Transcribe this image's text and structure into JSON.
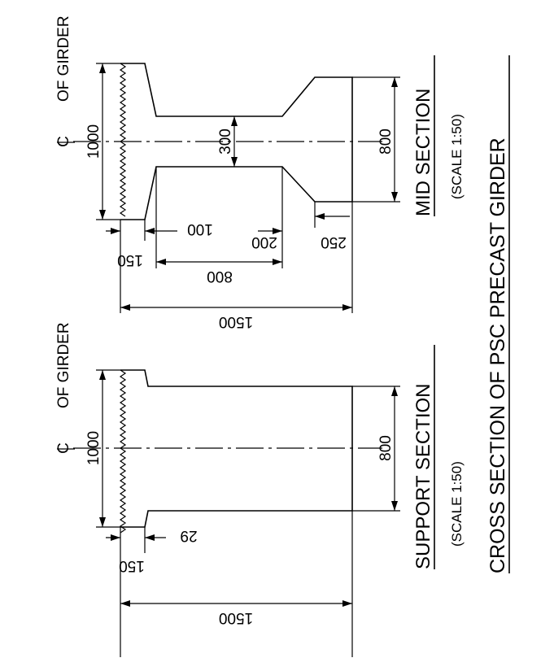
{
  "mid": {
    "cl_label": "OF GIRDER",
    "dim_width": "1000",
    "dim_web": "300",
    "dim_bottom": "800",
    "dim_100": "100",
    "dim_150": "150",
    "dim_200": "200",
    "dim_250": "250",
    "dim_web_len": "800",
    "dim_depth": "1500",
    "title": "MID SECTION",
    "scale": "(SCALE 1:50)"
  },
  "support": {
    "cl_label": "OF GIRDER",
    "dim_width": "1000",
    "dim_bottom": "800",
    "dim_29": "29",
    "dim_150": "150",
    "dim_depth": "1500",
    "title": "SUPPORT SECTION",
    "scale": "(SCALE 1:50)"
  },
  "main_title": "CROSS SECTION OF PSC PRECAST GIRDER"
}
